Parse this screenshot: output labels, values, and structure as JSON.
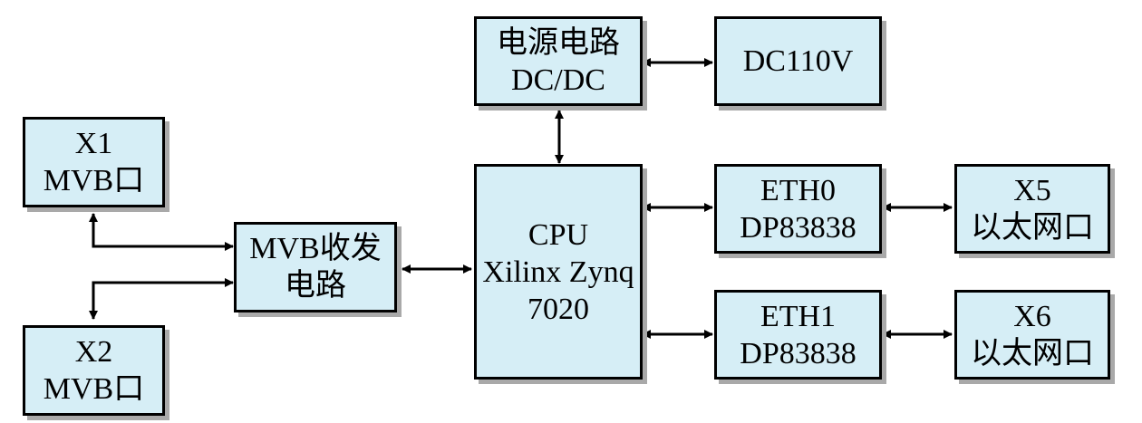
{
  "colors": {
    "box_fill": "#d6eef6",
    "box_border": "#000000",
    "shadow": "#a9a9a9",
    "wire": "#000000"
  },
  "blocks": {
    "x1": {
      "line1": "X1",
      "line2": "MVB口"
    },
    "x2": {
      "line1": "X2",
      "line2": "MVB口"
    },
    "mvb": {
      "line1": "MVB收发",
      "line2": "电路"
    },
    "power": {
      "line1": "电源电路",
      "line2": "DC/DC"
    },
    "dc110": {
      "line1": "DC110V"
    },
    "cpu": {
      "line1": "CPU",
      "line2": "Xilinx Zynq",
      "line3": "7020"
    },
    "eth0": {
      "line1": "ETH0",
      "line2": "DP83838"
    },
    "eth1": {
      "line1": "ETH1",
      "line2": "DP83838"
    },
    "x5": {
      "line1": "X5",
      "line2": "以太网口"
    },
    "x6": {
      "line1": "X6",
      "line2": "以太网口"
    }
  }
}
